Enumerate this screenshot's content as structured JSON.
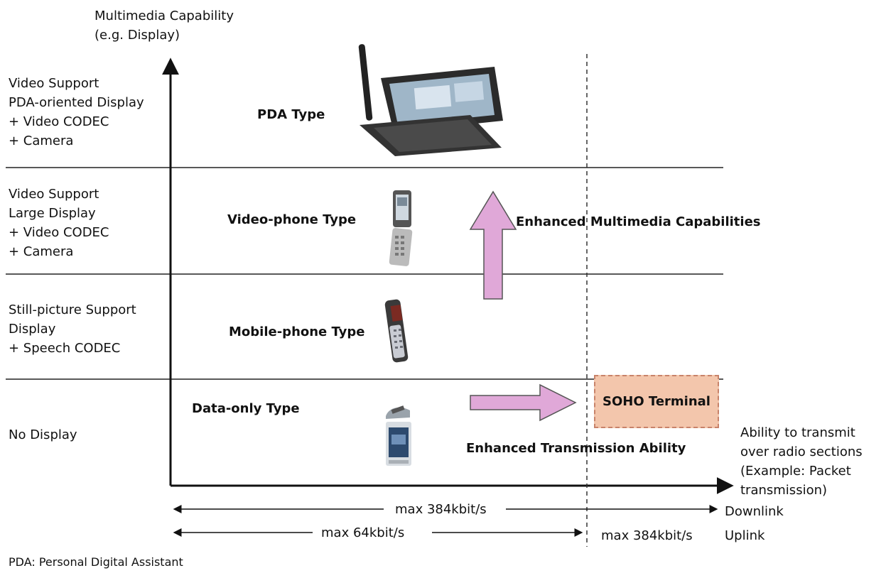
{
  "y_axis": {
    "label": "Multimedia Capability\n(e.g. Display)"
  },
  "x_axis": {
    "label": "Ability to transmit\nover radio sections\n(Example: Packet\ntransmission)"
  },
  "rows": [
    {
      "capability": "Video Support\nPDA-oriented Display\n+ Video CODEC\n+ Camera",
      "terminal_type": "PDA Type",
      "icon": "pda-icon"
    },
    {
      "capability": "Video Support\nLarge Display\n+ Video CODEC\n+ Camera",
      "terminal_type": "Video-phone Type",
      "icon": "flip-phone-icon"
    },
    {
      "capability": "Still-picture Support\nDisplay\n+ Speech CODEC",
      "terminal_type": "Mobile-phone Type",
      "icon": "mobile-phone-icon"
    },
    {
      "capability": "No Display",
      "terminal_type": "Data-only Type",
      "icon": "data-card-icon"
    }
  ],
  "arrows": {
    "vertical": {
      "label": "Enhanced Multimedia Capabilities",
      "color": "#e0a8d8"
    },
    "horizontal": {
      "label": "Enhanced Transmission Ability",
      "color": "#e0a8d8"
    }
  },
  "soho_terminal": {
    "label": "SOHO Terminal",
    "color": "#f3c6ac"
  },
  "rates": {
    "downlink": {
      "rate": "max 384kbit/s",
      "label": "Downlink"
    },
    "uplink": {
      "rate": "max 64kbit/s",
      "rate_high": "max 384kbit/s",
      "label": "Uplink"
    }
  },
  "footnote": "PDA: Personal Digital Assistant"
}
